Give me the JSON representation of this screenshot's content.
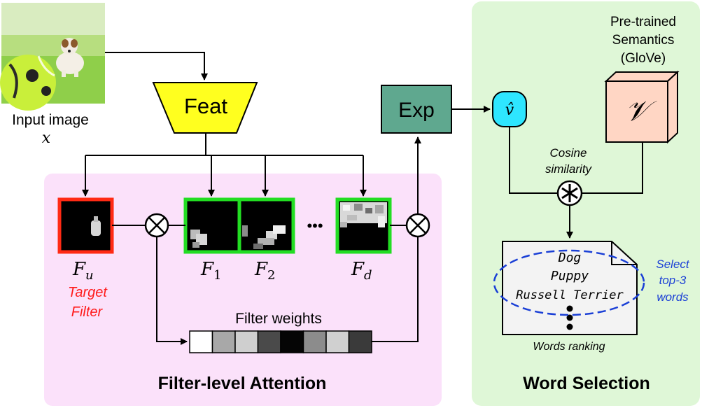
{
  "input": {
    "caption": "Input image",
    "symbol": "x"
  },
  "feat": {
    "label": "Feat"
  },
  "exp": {
    "label": "Exp"
  },
  "vhat": {
    "label": "v̂"
  },
  "semantics": {
    "line1": "Pre-trained",
    "line2": "Semantics",
    "line3": "(GloVe)",
    "symbol": "𝒱"
  },
  "cosine": {
    "line1": "Cosine",
    "line2": "similarity"
  },
  "filters": {
    "target_symbol": "F",
    "target_sub": "u",
    "target_caption_1": "Target",
    "target_caption_2": "Filter",
    "f1_symbol": "F",
    "f1_sub": "1",
    "f2_symbol": "F",
    "f2_sub": "2",
    "fd_symbol": "F",
    "fd_sub": "d",
    "ellipsis": "•••"
  },
  "weights": {
    "title": "Filter weights",
    "cells": [
      "#ffffff",
      "#a8a8a8",
      "#cfcfcf",
      "#4a4a4a",
      "#050505",
      "#8c8c8c",
      "#d0d0d0",
      "#3a3a3a"
    ]
  },
  "words": {
    "list": [
      "Dog",
      "Puppy",
      "Russell Terrier"
    ],
    "ranking_caption": "Words ranking",
    "select_1": "Select",
    "select_2": "top-3",
    "select_3": "words"
  },
  "panels": {
    "attention_title": "Filter-level Attention",
    "selection_title": "Word Selection"
  },
  "colors": {
    "attention_bg": "#fbe1fa",
    "selection_bg": "#dff7d7",
    "feat_fill": "#ffff1f",
    "exp_fill": "#5fa88f",
    "vhat_fill": "#2ee6ff",
    "semantics_fill": "#ffd6c4",
    "target_border": "#ff2a14",
    "filter_border": "#22dd22",
    "target_text": "#ff1a1a",
    "select_text": "#1a3fd6"
  }
}
